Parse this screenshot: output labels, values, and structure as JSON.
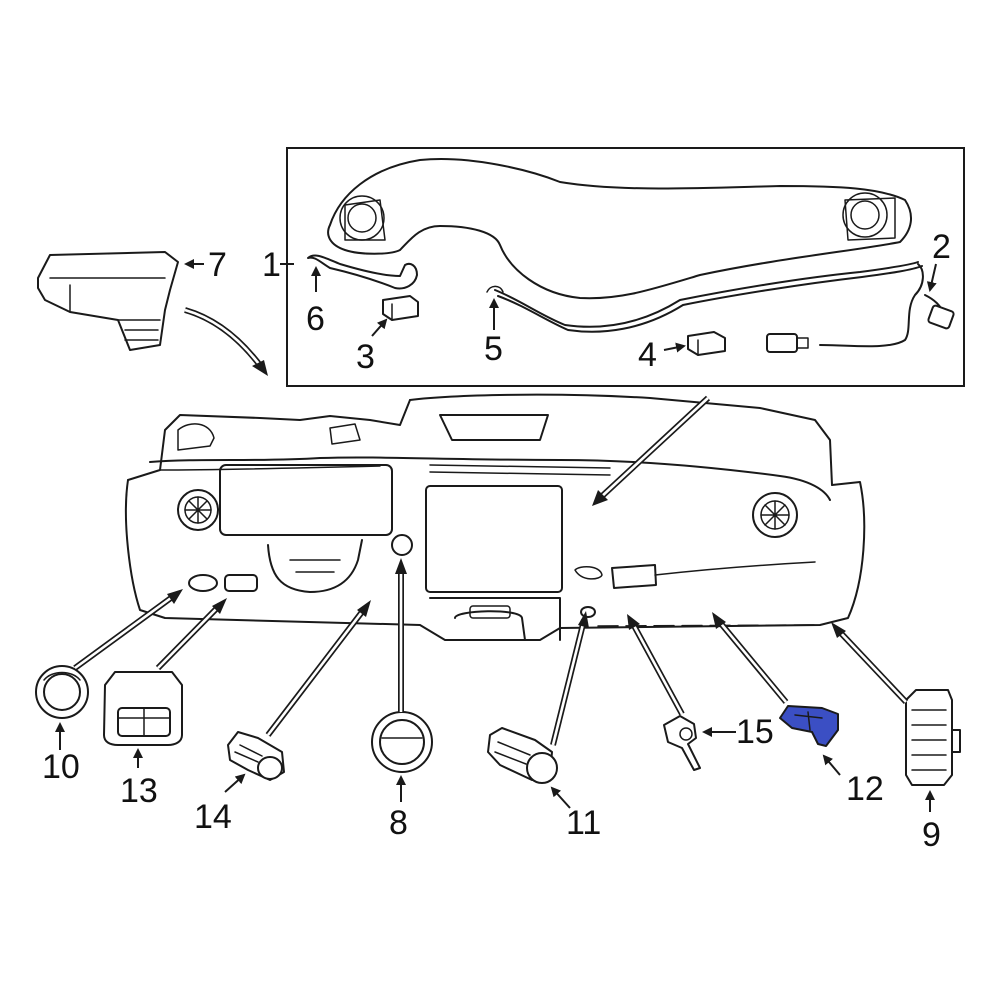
{
  "diagram": {
    "highlight_color": "#3b4fc4",
    "line_color": "#1a1a1a",
    "callouts": {
      "c1": "1",
      "c2": "2",
      "c3": "3",
      "c4": "4",
      "c5": "5",
      "c6": "6",
      "c7": "7",
      "c8": "8",
      "c9": "9",
      "c10": "10",
      "c11": "11",
      "c12": "12",
      "c13": "13",
      "c14": "14",
      "c15": "15"
    },
    "highlighted_part": "12"
  }
}
